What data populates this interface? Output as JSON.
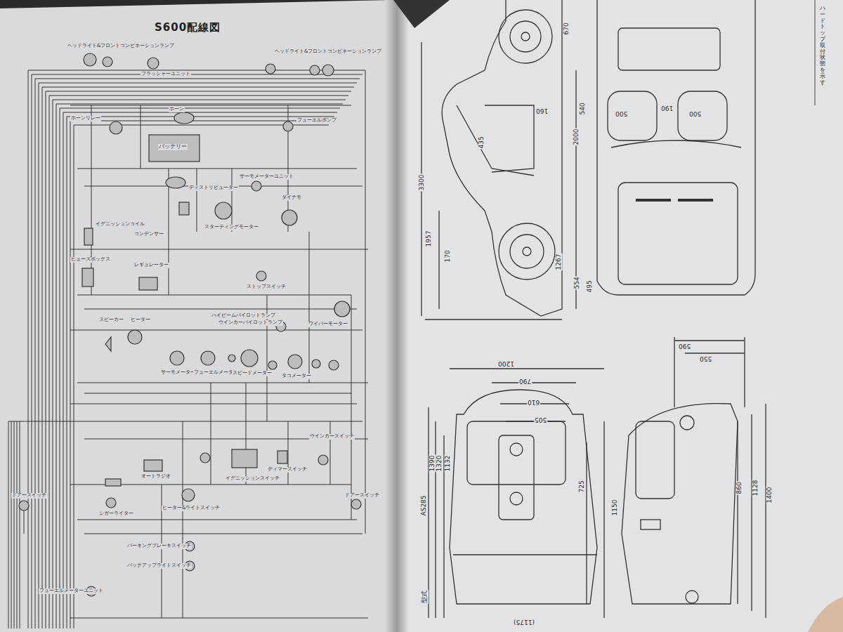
{
  "diagram": {
    "title": "S600配線図",
    "labels": [
      "ヘッドライト&フロントコンビネーションランプ",
      "フラッシャーユニット",
      "ヘッドライト&フロントコンビネーションランプ",
      "ホーンリレー",
      "ホーン",
      "フューエルポンプ",
      "バッテリー",
      "サーモメーターユニット",
      "ディストリビューター",
      "イグニッションコイル",
      "コンデンサー",
      "スターティングモーター",
      "ダイナモ",
      "ヒューズボックス",
      "レギュレーター",
      "ストップスイッチ",
      "ワイパーモーター",
      "スピーカー",
      "ヒーター",
      "サーモメーター",
      "フューエルメーター",
      "ハイビームパイロットランプ",
      "ウインカーパイロットランプ",
      "スピードメーター",
      "タコメーター",
      "ウインカースイッチ",
      "オートラジオ",
      "ディマースイッチ",
      "シガーライター",
      "ヒーター&ライトスイッチ",
      "イグニッションスイッチ",
      "ドアースイッチ",
      "ドアースイッチ",
      "パーキングブレーキスイッチ",
      "バックアップライトスイッチ",
      "フューエルメーターユニット",
      "670",
      "3300",
      "1957",
      "170",
      "160",
      "435",
      "1267",
      "2000",
      "554",
      "495",
      "540",
      "190",
      "500",
      "500",
      "1200",
      "790",
      "610",
      "505",
      "1390",
      "1320",
      "1132",
      "725",
      "1150",
      "590",
      "550",
      "860",
      "1128",
      "1400",
      "AS285",
      "型式",
      "(1175)",
      "ハードトップ取付状態を示す"
    ]
  }
}
